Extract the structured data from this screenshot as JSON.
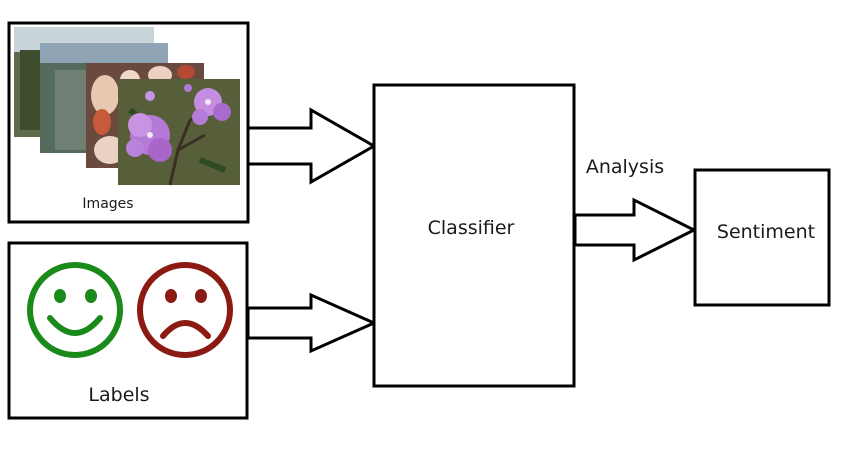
{
  "diagram": {
    "images_label": "Images",
    "labels_label": "Labels",
    "classifier_label": "Classifier",
    "analysis_label": "Analysis",
    "sentiment_label": "Sentiment"
  },
  "icons": {
    "happy_face": "happy-face-icon",
    "sad_face": "sad-face-icon"
  },
  "colors": {
    "happy_face": "#1a8a1a",
    "sad_face": "#8b1a12",
    "stroke": "#000000",
    "flower": "#b070d0"
  }
}
